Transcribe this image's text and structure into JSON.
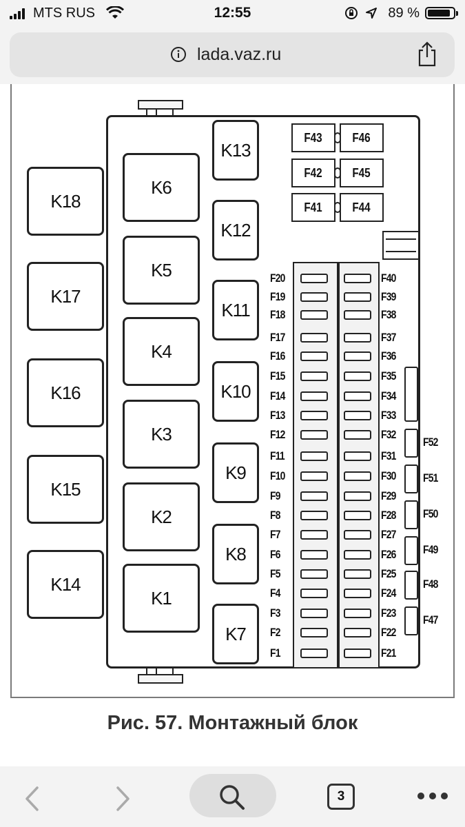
{
  "status_bar": {
    "carrier": "MTS RUS",
    "time": "12:55",
    "battery_percent": "89 %",
    "battery_level": 0.89,
    "signal_bars": 4
  },
  "address_bar": {
    "url": "lada.vaz.ru",
    "info_icon": "info-icon",
    "share_icon": "share-icon"
  },
  "diagram": {
    "relays_outer": [
      "K18",
      "K17",
      "K16",
      "K15",
      "K14"
    ],
    "relays_middle": [
      "K6",
      "K5",
      "K4",
      "K3",
      "K2",
      "K1"
    ],
    "relays_inner": [
      "K13",
      "K12",
      "K11",
      "K10",
      "K9",
      "K8",
      "K7"
    ],
    "maxi_fuses": [
      [
        "F43",
        "F46"
      ],
      [
        "F42",
        "F45"
      ],
      [
        "F41",
        "F44"
      ]
    ],
    "fuses_left_column": [
      "F20",
      "F19",
      "F18",
      "F17",
      "F16",
      "F15",
      "F14",
      "F13",
      "F12",
      "F11",
      "F10",
      "F9",
      "F8",
      "F7",
      "F6",
      "F5",
      "F4",
      "F3",
      "F2",
      "F1"
    ],
    "fuses_right_column": [
      "F40",
      "F39",
      "F38",
      "F37",
      "F36",
      "F35",
      "F34",
      "F33",
      "F32",
      "F31",
      "F30",
      "F29",
      "F28",
      "F27",
      "F26",
      "F25",
      "F24",
      "F23",
      "F22",
      "F21"
    ],
    "fuses_side": [
      "F52",
      "F51",
      "F50",
      "F49",
      "F48",
      "F47"
    ]
  },
  "caption": "Рис. 57. Монтажный блок",
  "toolbar": {
    "tab_count": "3"
  }
}
